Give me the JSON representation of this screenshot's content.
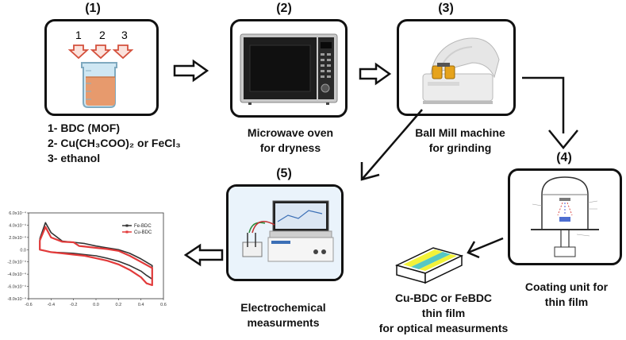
{
  "steps": [
    {
      "number": "(1)",
      "caption": [
        "1- BDC (MOF)",
        "2- Cu(CH₃COO)₂ or FeCl₃",
        "3- ethanol"
      ],
      "beaker_labels": [
        "1",
        "2",
        "3"
      ],
      "icon": "beaker-icon"
    },
    {
      "number": "(2)",
      "caption": [
        "Microwave oven",
        "for dryness"
      ],
      "icon": "microwave-oven-icon"
    },
    {
      "number": "(3)",
      "caption": [
        "Ball Mill machine",
        "for grinding"
      ],
      "icon": "ball-mill-icon"
    },
    {
      "number": "(4)",
      "caption": [
        "Coating unit for",
        "thin film"
      ],
      "icon": "coating-chamber-icon"
    },
    {
      "number": "(5)",
      "caption": [
        "Electrochemical",
        "measurments"
      ],
      "icon": "potentiostat-icon"
    }
  ],
  "thin_film": {
    "caption": [
      "Cu-BDC or FeBDC",
      "thin film",
      "for optical measurments"
    ],
    "icon": "thin-film-substrate-icon",
    "colors": {
      "base": "#ffffff",
      "stripe_yellow": "#f2f23a",
      "stripe_teal": "#55c7c4"
    }
  },
  "chart_data": {
    "type": "line",
    "title": "",
    "xlabel": "",
    "ylabel": "",
    "xlim": [
      -0.6,
      0.6
    ],
    "ylim": [
      -0.0008,
      0.0006
    ],
    "x_ticks": [
      "-0.6",
      "-0.4",
      "-0.2",
      "0.0",
      "0.2",
      "0.4",
      "0.6"
    ],
    "y_ticks": [
      "6.0x10⁻⁴",
      "4.0x10⁻⁴",
      "2.0x10⁻⁴",
      "0.0",
      "-2.0x10⁻⁴",
      "-4.0x10⁻⁴",
      "-6.0x10⁻⁴",
      "-8.0x10⁻⁴"
    ],
    "legend_position": "top-right",
    "series": [
      {
        "name": "Fe-BDC",
        "color": "#333333",
        "x": [
          -0.5,
          -0.45,
          -0.4,
          -0.3,
          -0.2,
          -0.1,
          0.0,
          0.1,
          0.2,
          0.3,
          0.4,
          0.5,
          0.5,
          0.45,
          0.4,
          0.3,
          0.2,
          0.1,
          0.0,
          -0.1,
          -0.2,
          -0.3,
          -0.4,
          -0.45,
          -0.5,
          -0.5
        ],
        "y": [
          0.00018,
          0.00044,
          0.00028,
          0.00014,
          0.00012,
          0.0001,
          6e-05,
          3e-05,
          0.0,
          -6e-05,
          -0.00015,
          -0.00026,
          -0.00048,
          -0.00042,
          -0.00035,
          -0.00026,
          -0.00019,
          -0.00014,
          -0.0001,
          -8e-05,
          -6e-05,
          -5e-05,
          -4e-05,
          -2e-05,
          0.0,
          0.00018
        ]
      },
      {
        "name": "Cu-BDC",
        "color": "#e23a3a",
        "x": [
          -0.5,
          -0.45,
          -0.4,
          -0.3,
          -0.2,
          -0.15,
          -0.1,
          0.0,
          0.1,
          0.2,
          0.3,
          0.4,
          0.5,
          0.5,
          0.45,
          0.4,
          0.3,
          0.2,
          0.1,
          0.0,
          -0.1,
          -0.2,
          -0.3,
          -0.4,
          -0.45,
          -0.5,
          -0.5
        ],
        "y": [
          0.00015,
          0.00037,
          0.0002,
          0.00013,
          0.00012,
          6e-05,
          5e-05,
          3e-05,
          1e-05,
          -2e-05,
          -0.0001,
          -0.0002,
          -0.0003,
          -0.00058,
          -0.00055,
          -0.00045,
          -0.00033,
          -0.00024,
          -0.00018,
          -0.00014,
          -0.0001,
          -8e-05,
          -6e-05,
          -4e-05,
          -2e-05,
          0.0,
          0.00015
        ]
      }
    ]
  }
}
